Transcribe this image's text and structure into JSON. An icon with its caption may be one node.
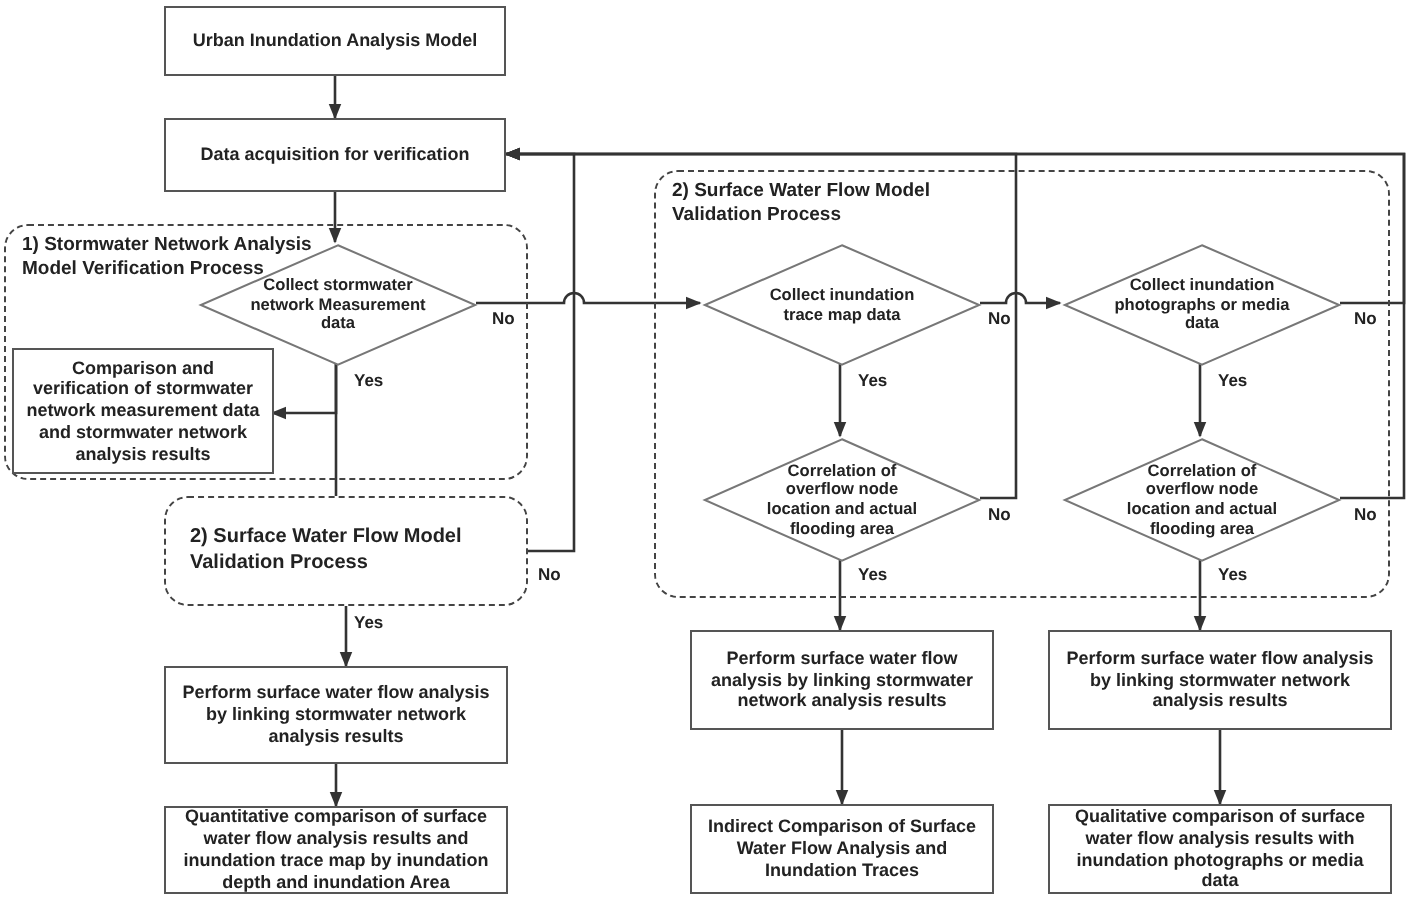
{
  "diagram": {
    "nodes": [
      {
        "text": [
          "Urban Inundation Analysis Model"
        ]
      },
      {
        "text": [
          "Data acquisition for verification"
        ]
      },
      {
        "text": [
          "1) Stormwater Network Analysis Model Verification Process"
        ]
      },
      {
        "text": [
          "Collect stormwater network Measurement data"
        ],
        "in": 2
      },
      {
        "text": [
          "Comparison and verification of stormwater network measurement data and stormwater network analysis results"
        ],
        "in": 2
      },
      {
        "text": [
          "2) Surface Water Flow Model Validation Process"
        ]
      },
      {
        "text": [
          "Perform surface water flow analysis by linking stormwater network analysis results"
        ]
      },
      {
        "text": [
          "Quantitative comparison of surface water flow analysis results and inundation trace map by inundation depth and inundation Area"
        ]
      },
      {
        "text": [
          "2) Surface Water Flow Model Validation Process"
        ]
      },
      {
        "text": [
          "Collect inundation trace map data"
        ],
        "in": 8
      },
      {
        "text": [
          "Collect inundation photographs or media data"
        ],
        "in": 8
      },
      {
        "text": [
          "Correlation of overflow node location and actual flooding area"
        ],
        "in": 8
      },
      {
        "text": [
          "Correlation of overflow node location and actual flooding area"
        ],
        "in": 8
      },
      {
        "text": [
          "Perform surface water flow analysis by linking stormwater network analysis results"
        ]
      },
      {
        "text": [
          "Perform surface water flow analysis by linking stormwater network analysis results"
        ]
      },
      {
        "text": [
          "Indirect Comparison of Surface Water Flow Analysis and Inundation Traces"
        ]
      },
      {
        "text": [
          "Qualitative comparison of surface water flow analysis results with inundation photographs or media data"
        ]
      }
    ],
    "edges": [
      {
        "from": 0,
        "to": 1,
        "arrow": "to"
      },
      {
        "from": 1,
        "to": 3,
        "arrow": "to"
      },
      {
        "from": 3,
        "to": 9,
        "arrow": "to",
        "label": "No"
      },
      {
        "from": 3,
        "to": 4,
        "arrow": "to",
        "label": "Yes"
      },
      {
        "from": 3,
        "to": 5,
        "arrow": "none"
      },
      {
        "from": 5,
        "to": 1,
        "arrow": "to",
        "label": "No"
      },
      {
        "from": 5,
        "to": 6,
        "arrow": "to",
        "label": "Yes"
      },
      {
        "from": 6,
        "to": 7,
        "arrow": "to"
      },
      {
        "from": 9,
        "to": 11,
        "arrow": "to",
        "label": "Yes"
      },
      {
        "from": 9,
        "to": 10,
        "arrow": "to",
        "label": "No"
      },
      {
        "from": 10,
        "to": 12,
        "arrow": "to",
        "label": "Yes"
      },
      {
        "from": 10,
        "to": 1,
        "arrow": "to",
        "label": "No"
      },
      {
        "from": 11,
        "to": 1,
        "arrow": "to",
        "label": "No"
      },
      {
        "from": 12,
        "to": 1,
        "arrow": "to",
        "label": "No"
      },
      {
        "from": 11,
        "to": 13,
        "arrow": "to",
        "label": "Yes"
      },
      {
        "from": 12,
        "to": 14,
        "arrow": "to",
        "label": "Yes"
      },
      {
        "from": 13,
        "to": 15,
        "arrow": "to"
      },
      {
        "from": 14,
        "to": 16,
        "arrow": "to"
      }
    ]
  }
}
